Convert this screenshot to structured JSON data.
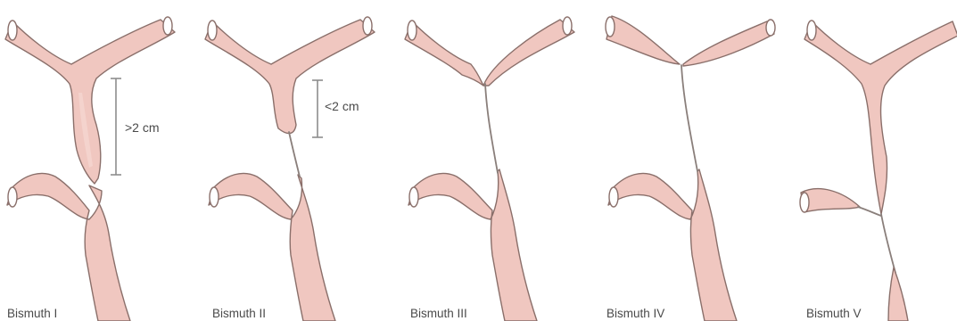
{
  "panels": [
    {
      "label": "Bismuth I",
      "measure": ">2 cm"
    },
    {
      "label": "Bismuth II",
      "measure": "<2 cm"
    },
    {
      "label": "Bismuth III"
    },
    {
      "label": "Bismuth IV"
    },
    {
      "label": "Bismuth V"
    }
  ],
  "colors": {
    "duct_fill": "#f0c7c0",
    "outline": "#8a6f6a",
    "label_text": "#4a4a4a",
    "measure_line": "#8d8d8d"
  }
}
